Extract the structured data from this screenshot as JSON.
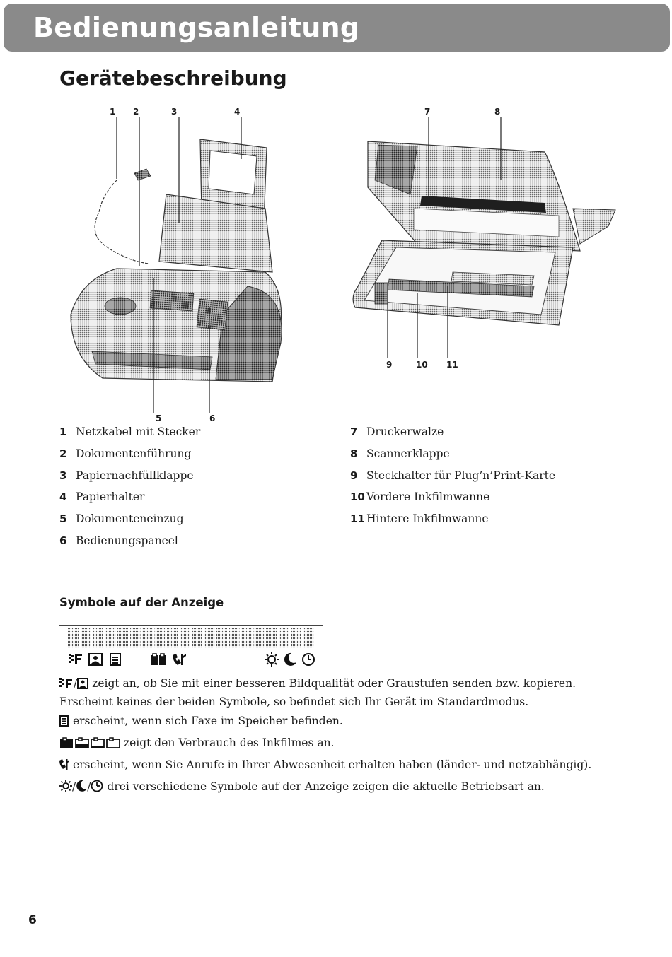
{
  "header": {
    "title": "Bedienungsanleitung"
  },
  "section": {
    "title": "Gerätebeschreibung"
  },
  "figure_left": {
    "callouts": [
      "1",
      "2",
      "3",
      "4",
      "5",
      "6"
    ]
  },
  "figure_right": {
    "callouts": [
      "7",
      "8",
      "9",
      "10",
      "11"
    ]
  },
  "legend": {
    "left": [
      {
        "num": "1",
        "label": "Netzkabel mit Stecker"
      },
      {
        "num": "2",
        "label": "Dokumentenführung"
      },
      {
        "num": "3",
        "label": "Papiernachfüllklappe"
      },
      {
        "num": "4",
        "label": "Papierhalter"
      },
      {
        "num": "5",
        "label": "Dokumenteneinzug"
      },
      {
        "num": "6",
        "label": "Bedienungspaneel"
      }
    ],
    "right": [
      {
        "num": "7",
        "label": "Druckerwalze"
      },
      {
        "num": "8",
        "label": "Scannerklappe"
      },
      {
        "num": "9",
        "label": "Steckhalter für Plug’n’Print-Karte"
      },
      {
        "num": "10",
        "label": "Vordere Inkfilmwanne"
      },
      {
        "num": "11",
        "label": "Hintere Inkfilmwanne"
      }
    ]
  },
  "symbols": {
    "title": "Symbole auf der Anzeige",
    "display_icons": [
      "fine-resolution-icon",
      "photo-icon",
      "fax-memory-icon",
      "inkfilm-level-icon",
      "missed-call-icon",
      "sun-icon",
      "moon-icon",
      "clock-icon"
    ],
    "descriptions": {
      "quality": "zeigt an, ob Sie mit einer besseren Bildqualität oder Graustufen senden bzw. kopieren. Erscheint keines der beiden Symbole, so befindet sich Ihr Gerät im Standardmodus.",
      "memory": "erscheint, wenn sich Faxe im Speicher befinden.",
      "inkfilm": "zeigt den Verbrauch des Inkfilmes an.",
      "calls": "erscheint, wenn Sie Anrufe in Ihrer Abwesenheit erhalten haben (länder- und netzabhängig).",
      "mode": "drei verschiedene Symbole auf der Anzeige zeigen die aktuelle Betriebsart an."
    }
  },
  "footer": {
    "page_number": "6"
  }
}
